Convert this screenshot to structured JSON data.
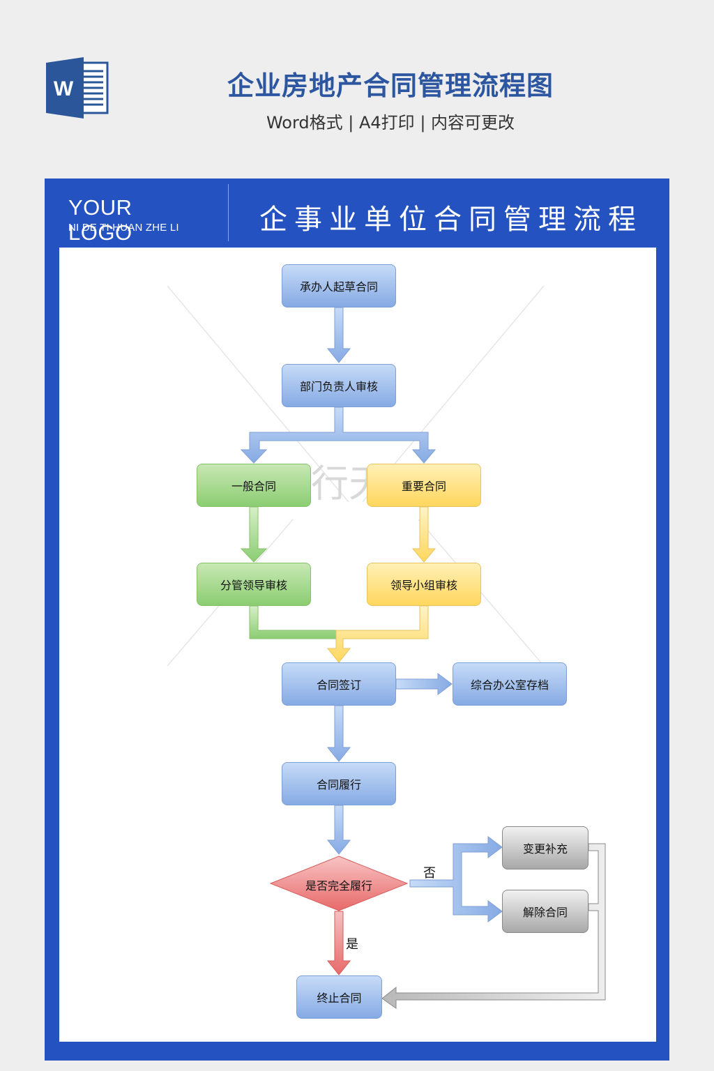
{
  "header": {
    "title": "企业房地产合同管理流程图",
    "subtitle": "Word格式 | A4打印 | 内容可更改",
    "icon": "word-document-icon"
  },
  "banner": {
    "logo_main": "YOUR LOGO",
    "logo_sub": "NI DE TI HUAN ZHE LI",
    "title": "企事业单位合同管理流程"
  },
  "colors": {
    "frame": "#2452c1",
    "title": "#2d56a0",
    "blue_node": "#86aae4",
    "green_node": "#8bcd72",
    "yellow_node": "#ffd75e",
    "red_decision": "#e86a6a",
    "gray_node": "#a8a8a8"
  },
  "flow": {
    "nodes": {
      "draft": "承办人起草合同",
      "dept_review": "部门负责人审核",
      "general": "一般合同",
      "important": "重要合同",
      "leader_review": "分管领导审核",
      "group_review": "领导小组审核",
      "sign": "合同签订",
      "archive": "综合办公室存档",
      "perform": "合同履行",
      "decision": "是否完全履行",
      "change": "变更补充",
      "cancel": "解除合同",
      "terminate": "终止合同"
    },
    "edge_labels": {
      "no": "否",
      "yes": "是"
    }
  }
}
